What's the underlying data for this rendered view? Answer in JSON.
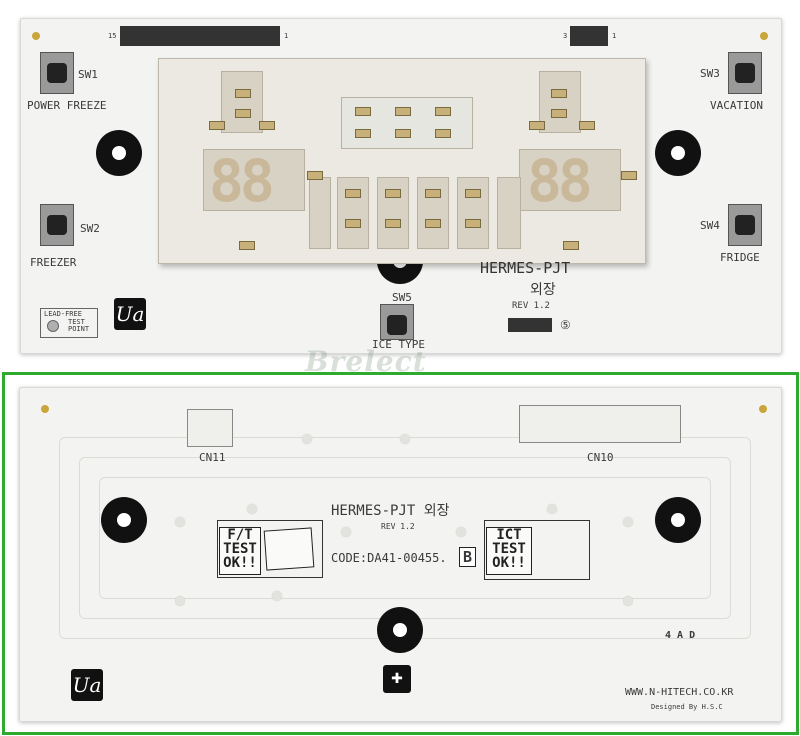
{
  "top_board": {
    "sw1": "SW1",
    "power_freeze": "POWER  FREEZE",
    "sw2": "SW2",
    "freezer": "FREEZER",
    "sw3": "SW3",
    "vacation": "VACATION",
    "sw4": "SW4",
    "fridge": "FRIDGE",
    "sw5": "SW5",
    "ice_type": "ICE  TYPE",
    "model": "HERMES-PJT",
    "korean": "외장",
    "rev": "REV 1.2",
    "lead_free": "LEAD-FREE",
    "test_point": "TEST\nPOINT",
    "cn_left_pin1": "15",
    "cn_left_pin2": "1",
    "cn_right_pin1": "3",
    "cn_right_pin2": "1",
    "circle_num": "⑤"
  },
  "bottom_board": {
    "cn11": "CN11",
    "cn10": "CN10",
    "model": "HERMES-PJT 외장",
    "rev": "REV 1.2",
    "code": "CODE:DA41-00455.",
    "code_suffix": "B",
    "ft_stamp": "F/T\nTEST\nOK!!",
    "ict_stamp": "ICT\nTEST\nOK!!",
    "lot": "4 A D",
    "website": "WWW.N-HITECH.CO.KR",
    "designer": "Designed  By  H.S.C"
  },
  "watermark": "Brelect"
}
